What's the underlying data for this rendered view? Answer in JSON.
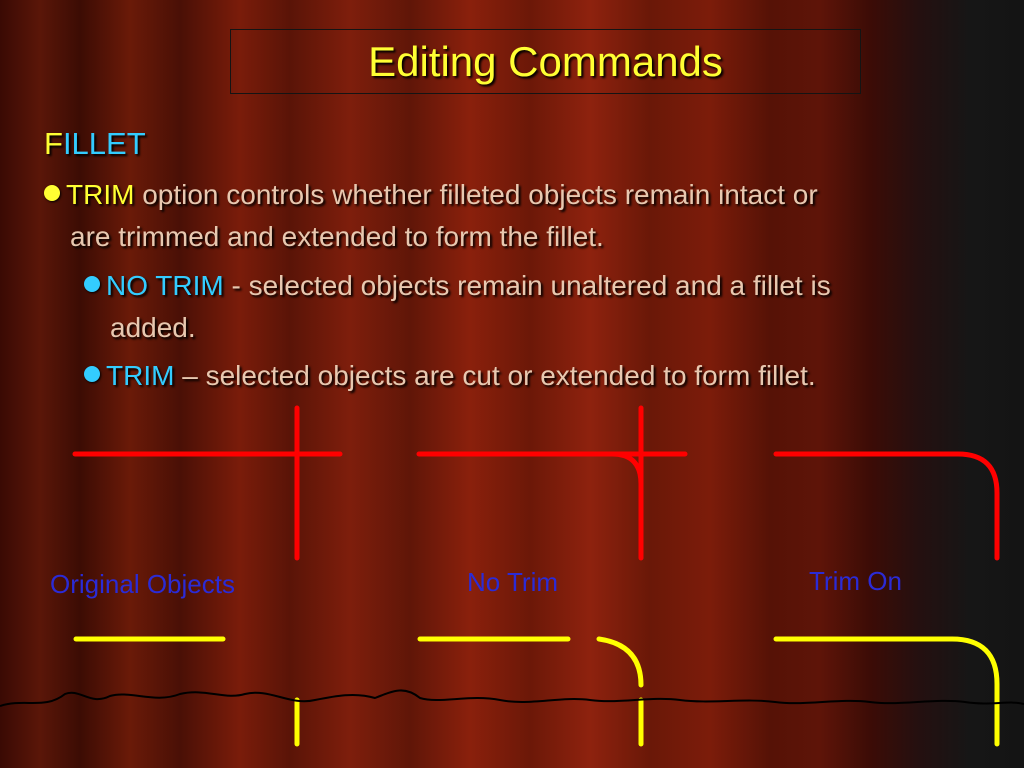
{
  "slide": {
    "title": "Editing Commands",
    "heading_first": "F",
    "heading_rest": "ILLET",
    "bullets": [
      {
        "keyword": "TRIM",
        "text_line1": " option controls whether filleted objects remain intact or",
        "text_line2": "are trimmed and extended to form the fillet."
      },
      {
        "keyword": "NO TRIM",
        "text_line1": " - selected objects remain unaltered and a fillet is",
        "text_line2": "added."
      },
      {
        "keyword": "TRIM",
        "text_line1": " – selected objects are cut or extended to form fillet."
      }
    ],
    "captions": {
      "original": "Original Objects",
      "no_trim": "No Trim",
      "trim_on": "Trim On"
    }
  },
  "colors": {
    "title": "#ffff33",
    "accent_cyan": "#33ccff",
    "body_text": "#e8c8b0",
    "caption": "#2b2bd6",
    "line_red": "#ff0000",
    "line_yellow": "#ffff00"
  }
}
